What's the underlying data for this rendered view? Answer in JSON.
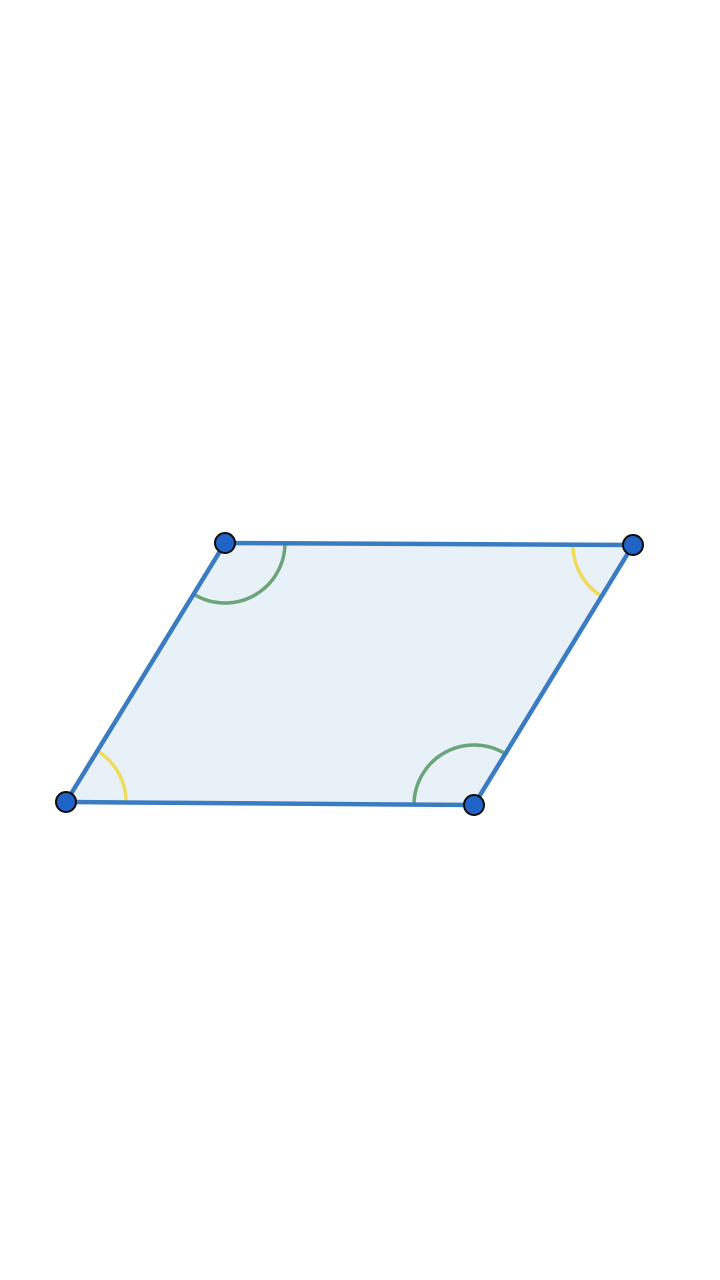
{
  "diagram": {
    "shape": "parallelogram",
    "colors": {
      "background": "#ffffff",
      "fill": "#e8f0f8",
      "edge": "#3a7cc2",
      "vertex_fill": "#1f63c6",
      "vertex_stroke": "#0a0a0a",
      "obtuse_arc": "#6aa57a",
      "obtuse_fill": "#d4e6e3",
      "acute_arc": "#f0dc5a",
      "acute_fill": "#e9eedf"
    },
    "vertices": [
      {
        "id": "bottom-left"
      },
      {
        "id": "top-left"
      },
      {
        "id": "top-right"
      },
      {
        "id": "bottom-right"
      }
    ],
    "angles": [
      {
        "vertex": "bottom-left",
        "kind": "acute"
      },
      {
        "vertex": "top-left",
        "kind": "obtuse"
      },
      {
        "vertex": "top-right",
        "kind": "acute"
      },
      {
        "vertex": "bottom-right",
        "kind": "obtuse"
      }
    ]
  }
}
